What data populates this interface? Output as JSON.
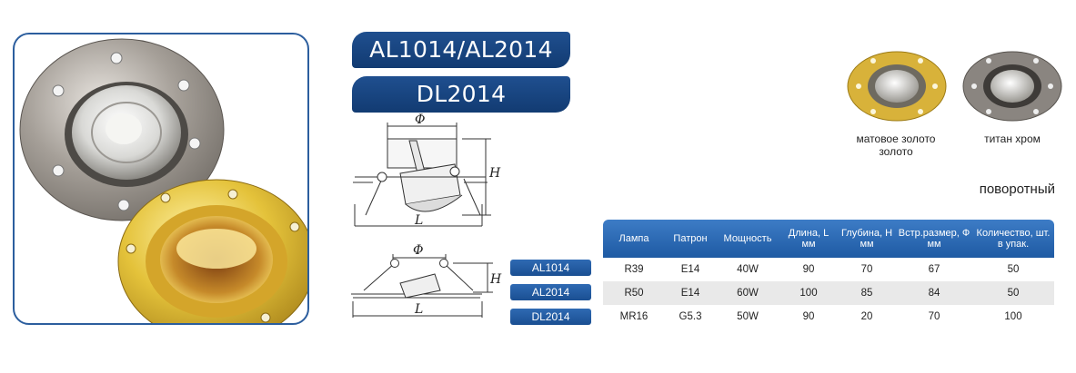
{
  "titles": {
    "main": "AL1014/AL2014",
    "secondary": "DL2014"
  },
  "diagram": {
    "phi": "Φ",
    "height": "H",
    "length": "L"
  },
  "finishes": [
    {
      "label": "матовое золото золото",
      "color": "#d8b23a"
    },
    {
      "label": "титан хром",
      "color": "#8a8580"
    }
  ],
  "rotation_type": "поворотный",
  "models": [
    "AL1014",
    "AL2014",
    "DL2014"
  ],
  "table": {
    "headers": [
      "Лампа",
      "Патрон",
      "Мощность",
      "Длина, L мм",
      "Глубина, Н мм",
      "Встр.размер, Ф мм",
      "Количество, шт. в упак."
    ],
    "rows": [
      [
        "R39",
        "E14",
        "40W",
        "90",
        "70",
        "67",
        "50"
      ],
      [
        "R50",
        "E14",
        "60W",
        "100",
        "85",
        "84",
        "50"
      ],
      [
        "MR16",
        "G5.3",
        "50W",
        "90",
        "20",
        "70",
        "100"
      ]
    ]
  },
  "colors": {
    "brand_blue": "#1f4f8f",
    "table_header": "#2e6cb8",
    "frame_border": "#2c5e9e"
  }
}
